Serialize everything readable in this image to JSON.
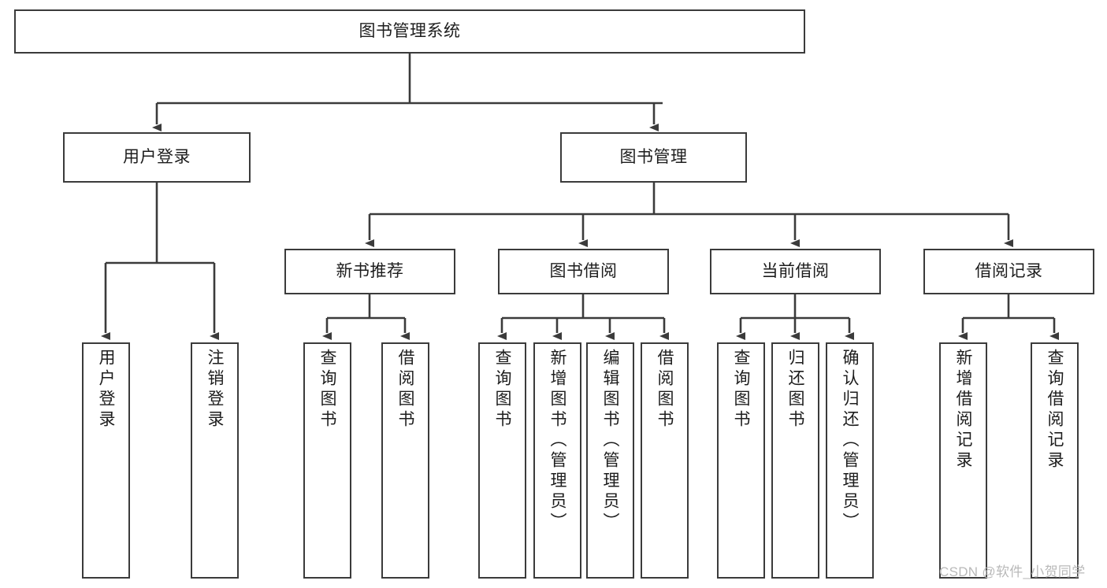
{
  "diagram": {
    "type": "hierarchy-tree",
    "watermark": "CSDN @软件_小贺同学",
    "colors": {
      "stroke": "#3b3b3b",
      "fill": "#ffffff",
      "text": "#1d1d1d",
      "watermark": "#b9b9b9"
    },
    "root": {
      "id": "root",
      "label": "图书管理系统"
    },
    "level2": [
      {
        "id": "user-login",
        "label": "用户登录"
      },
      {
        "id": "book-mgmt",
        "label": "图书管理"
      }
    ],
    "level3": [
      {
        "id": "new-book-rec",
        "label": "新书推荐",
        "parent": "book-mgmt"
      },
      {
        "id": "book-borrow",
        "label": "图书借阅",
        "parent": "book-mgmt"
      },
      {
        "id": "current-borrow",
        "label": "当前借阅",
        "parent": "book-mgmt"
      },
      {
        "id": "borrow-record",
        "label": "借阅记录",
        "parent": "book-mgmt"
      }
    ],
    "leaves": [
      {
        "id": "leaf-user-login",
        "label": "用户登录",
        "parent": "user-login"
      },
      {
        "id": "leaf-logout",
        "label": "注销登录",
        "parent": "user-login"
      },
      {
        "id": "leaf-query-book-1",
        "label": "查询图书",
        "parent": "new-book-rec"
      },
      {
        "id": "leaf-borrow-book-1",
        "label": "借阅图书",
        "parent": "new-book-rec"
      },
      {
        "id": "leaf-query-book-2",
        "label": "查询图书",
        "parent": "book-borrow"
      },
      {
        "id": "leaf-add-book",
        "label": "新增图书（管理员）",
        "parent": "book-borrow"
      },
      {
        "id": "leaf-edit-book",
        "label": "编辑图书（管理员）",
        "parent": "book-borrow"
      },
      {
        "id": "leaf-borrow-book-2",
        "label": "借阅图书",
        "parent": "book-borrow"
      },
      {
        "id": "leaf-query-book-3",
        "label": "查询图书",
        "parent": "current-borrow"
      },
      {
        "id": "leaf-return-book",
        "label": "归还图书",
        "parent": "current-borrow"
      },
      {
        "id": "leaf-confirm-return",
        "label": "确认归还（管理员）",
        "parent": "current-borrow"
      },
      {
        "id": "leaf-add-record",
        "label": "新增借阅记录",
        "parent": "borrow-record"
      },
      {
        "id": "leaf-query-record",
        "label": "查询借阅记录",
        "parent": "borrow-record"
      }
    ]
  }
}
